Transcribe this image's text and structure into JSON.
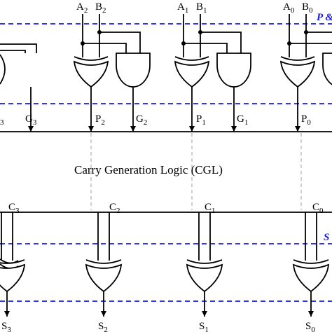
{
  "cgl_title": "Carry Generation Logic (CGL)",
  "pg_stage_label": "P &",
  "sum_stage_label": "S",
  "inputs": [
    {
      "a": "A",
      "a_sub": "2",
      "b": "B",
      "b_sub": "2"
    },
    {
      "a": "A",
      "a_sub": "1",
      "b": "B",
      "b_sub": "1"
    },
    {
      "a": "A",
      "a_sub": "0",
      "b": "B",
      "b_sub": "0"
    }
  ],
  "pg_outputs": [
    {
      "main": "G",
      "sub": "3"
    },
    {
      "main": "P",
      "sub": "2"
    },
    {
      "main": "G",
      "sub": "2"
    },
    {
      "main": "P",
      "sub": "1"
    },
    {
      "main": "G",
      "sub": "1"
    },
    {
      "main": "P",
      "sub": "0"
    }
  ],
  "partial_left_label": {
    "main": "",
    "sub": "3"
  },
  "carries": [
    {
      "main": "C",
      "sub": "3"
    },
    {
      "main": "C",
      "sub": "2"
    },
    {
      "main": "C",
      "sub": "1"
    },
    {
      "main": "C",
      "sub": "0"
    }
  ],
  "sums": [
    {
      "main": "S",
      "sub": "3"
    },
    {
      "main": "S",
      "sub": "2"
    },
    {
      "main": "S",
      "sub": "1"
    },
    {
      "main": "S",
      "sub": "0"
    }
  ]
}
